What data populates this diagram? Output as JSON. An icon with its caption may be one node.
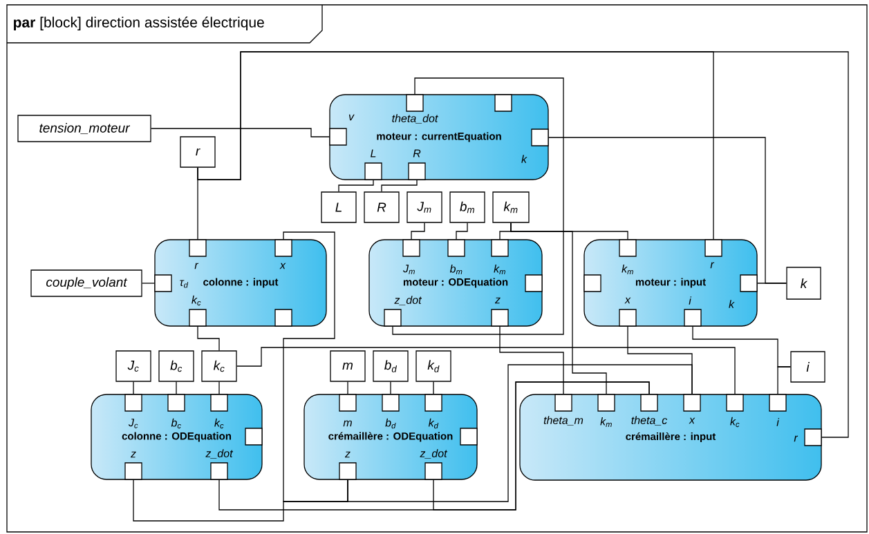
{
  "diagram": {
    "title": "**par** [block] direction assistée électrique",
    "nodes": [
      {
        "text": [
          "tension_moteur"
        ]
      },
      {
        "text": [
          "moteur : currentEquation"
        ]
      },
      {
        "text": [],
        "shape": "box",
        "in": 1,
        "beside": [
          "theta_dot"
        ]
      },
      {
        "text": [],
        "shape": "box",
        "in": 1
      },
      {
        "text": [],
        "shape": "box",
        "in": 1,
        "beside": [
          "v"
        ]
      },
      {
        "text": [],
        "shape": "box",
        "in": 1,
        "beside": [
          "k"
        ]
      },
      {
        "text": [],
        "shape": "box",
        "in": 1,
        "beside": [
          "L"
        ]
      },
      {
        "text": [],
        "shape": "box",
        "in": 1,
        "beside": [
          "R"
        ]
      },
      {
        "text": [
          "r"
        ]
      },
      {
        "text": [
          "L"
        ]
      },
      {
        "text": [
          "R"
        ]
      },
      {
        "text": [
          "J$_{m}$"
        ]
      },
      {
        "text": [
          "b$_{m}$"
        ]
      },
      {
        "text": [
          "k$_{m}$"
        ]
      },
      {
        "text": [
          "colonne : input"
        ]
      },
      {
        "text": [],
        "shape": "box",
        "in": 14,
        "beside": [
          "r"
        ]
      },
      {
        "text": [],
        "shape": "box",
        "in": 14,
        "beside": [
          "x"
        ]
      },
      {
        "text": [],
        "shape": "box",
        "in": 14,
        "beside": [
          "τ$_{d}$"
        ]
      },
      {
        "text": [],
        "shape": "box",
        "in": 14,
        "beside": [
          "k$_{c}$"
        ]
      },
      {
        "text": [],
        "shape": "box",
        "in": 14
      },
      {
        "text": [
          "couple_volant"
        ]
      },
      {
        "text": [
          "moteur : ODEquation"
        ]
      },
      {
        "text": [],
        "shape": "box",
        "in": 21,
        "beside": [
          "J$_{m}$"
        ]
      },
      {
        "text": [],
        "shape": "box",
        "in": 21,
        "beside": [
          "b$_{m}$"
        ]
      },
      {
        "text": [],
        "shape": "box",
        "in": 21,
        "beside": [
          "k$_{m}$"
        ]
      },
      {
        "text": [],
        "shape": "box",
        "in": 21
      },
      {
        "text": [],
        "shape": "box",
        "in": 21,
        "beside": [
          "z_dot"
        ]
      },
      {
        "text": [],
        "shape": "box",
        "in": 21,
        "beside": [
          "z"
        ]
      },
      {
        "text": [
          "moteur : input"
        ]
      },
      {
        "text": [],
        "shape": "box",
        "in": 28,
        "beside": [
          "k$_{m}$"
        ]
      },
      {
        "text": [],
        "shape": "box",
        "in": 28,
        "beside": [
          "r"
        ]
      },
      {
        "text": [],
        "shape": "box",
        "in": 28
      },
      {
        "text": [],
        "shape": "box",
        "in": 28,
        "beside": [
          "k"
        ]
      },
      {
        "text": [],
        "shape": "box",
        "in": 28,
        "beside": [
          "x"
        ]
      },
      {
        "text": [],
        "shape": "box",
        "in": 28,
        "beside": [
          "i"
        ]
      },
      {
        "text": [
          "k"
        ]
      },
      {
        "text": [
          "J$_{c}$"
        ]
      },
      {
        "text": [
          "b$_{c}$"
        ]
      },
      {
        "text": [
          "k$_{c}$"
        ]
      },
      {
        "text": [
          "m"
        ]
      },
      {
        "text": [
          "b$_{d}$"
        ]
      },
      {
        "text": [
          "k$_{d}$"
        ]
      },
      {
        "text": [
          "i"
        ]
      },
      {
        "text": [
          "colonne : ODEquation"
        ]
      },
      {
        "text": [],
        "shape": "box",
        "in": 43,
        "beside": [
          "J$_{c}$"
        ]
      },
      {
        "text": [],
        "shape": "box",
        "in": 43,
        "beside": [
          "b$_{c}$"
        ]
      },
      {
        "text": [],
        "shape": "box",
        "in": 43,
        "beside": [
          "k$_{c}$"
        ]
      },
      {
        "text": [],
        "shape": "box",
        "in": 43
      },
      {
        "text": [],
        "shape": "box",
        "in": 43,
        "beside": [
          "z"
        ]
      },
      {
        "text": [],
        "shape": "box",
        "in": 43,
        "beside": [
          "z_dot"
        ]
      },
      {
        "text": [
          "crémaillère : ODEquation"
        ]
      },
      {
        "text": [],
        "shape": "box",
        "in": 50,
        "beside": [
          "m"
        ]
      },
      {
        "text": [],
        "shape": "box",
        "in": 50,
        "beside": [
          "b$_{d}$"
        ]
      },
      {
        "text": [],
        "shape": "box",
        "in": 50,
        "beside": [
          "k$_{d}$"
        ]
      },
      {
        "text": [],
        "shape": "box",
        "in": 50
      },
      {
        "text": [],
        "shape": "box",
        "in": 50,
        "beside": [
          "z"
        ]
      },
      {
        "text": [],
        "shape": "box",
        "in": 50,
        "beside": [
          "z_dot"
        ]
      },
      {
        "text": [
          "crémaillère : input"
        ]
      },
      {
        "text": [],
        "shape": "box",
        "in": 57,
        "beside": [
          "theta_m"
        ]
      },
      {
        "text": [],
        "shape": "box",
        "in": 57,
        "beside": [
          "k$_{m}$"
        ]
      },
      {
        "text": [],
        "shape": "box",
        "in": 57,
        "beside": [
          "theta_c"
        ]
      },
      {
        "text": [],
        "shape": "box",
        "in": 57,
        "beside": [
          "x"
        ]
      },
      {
        "text": [],
        "shape": "box",
        "in": 57,
        "beside": [
          "k$_{c}$"
        ]
      },
      {
        "text": [],
        "shape": "box",
        "in": 57,
        "beside": [
          "i"
        ]
      },
      {
        "text": [],
        "shape": "box",
        "in": 57,
        "beside": [
          "r"
        ]
      }
    ],
    "edges": [
      {
        "from": 0,
        "to": 4,
        "arrow": "none"
      },
      {
        "from": 8,
        "to": 15,
        "arrow": "none"
      },
      {
        "from": 8,
        "to": 30,
        "arrow": "none"
      },
      {
        "from": 8,
        "to": 64,
        "arrow": "none"
      },
      {
        "from": 2,
        "to": 26,
        "arrow": "none"
      },
      {
        "from": 5,
        "to": 35,
        "arrow": "none"
      },
      {
        "from": 32,
        "to": 35,
        "arrow": "none"
      },
      {
        "from": 6,
        "to": 9,
        "arrow": "none"
      },
      {
        "from": 7,
        "to": 10,
        "arrow": "none"
      },
      {
        "from": 11,
        "to": 22,
        "arrow": "none"
      },
      {
        "from": 12,
        "to": 23,
        "arrow": "none"
      },
      {
        "from": 13,
        "to": 24,
        "arrow": "none"
      },
      {
        "from": 13,
        "to": 29,
        "arrow": "none"
      },
      {
        "from": 13,
        "to": 59,
        "arrow": "none"
      },
      {
        "from": 20,
        "to": 17,
        "arrow": "none"
      },
      {
        "from": 16,
        "to": 55,
        "arrow": "none"
      },
      {
        "from": 48,
        "to": 55,
        "arrow": "none"
      },
      {
        "from": 55,
        "to": 61,
        "arrow": "none"
      },
      {
        "from": 33,
        "to": 61,
        "arrow": "none"
      },
      {
        "from": 27,
        "to": 58,
        "arrow": "none"
      },
      {
        "from": 49,
        "to": 60,
        "arrow": "none"
      },
      {
        "from": 56,
        "to": 60,
        "arrow": "none"
      },
      {
        "from": 18,
        "to": 38,
        "arrow": "none"
      },
      {
        "from": 38,
        "to": 46,
        "arrow": "none"
      },
      {
        "from": 38,
        "to": 62,
        "arrow": "none"
      },
      {
        "from": 34,
        "to": 42,
        "arrow": "none"
      },
      {
        "from": 42,
        "to": 63,
        "arrow": "none"
      },
      {
        "from": 36,
        "to": 44,
        "arrow": "none"
      },
      {
        "from": 37,
        "to": 45,
        "arrow": "none"
      },
      {
        "from": 39,
        "to": 51,
        "arrow": "none"
      },
      {
        "from": 40,
        "to": 52,
        "arrow": "none"
      },
      {
        "from": 41,
        "to": 53,
        "arrow": "none"
      }
    ]
  }
}
